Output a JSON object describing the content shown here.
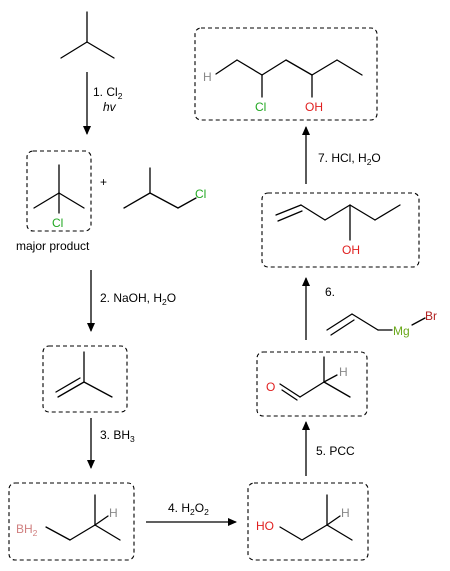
{
  "colors": {
    "chlorine": "#22a822",
    "oxygen": "#e02020",
    "hydrogen": "#888888",
    "boron": "#d08080",
    "magnesium": "#6aa81a",
    "bromine": "#b02020",
    "bond": "#000000"
  },
  "steps": {
    "s1": {
      "num": "1. Cl",
      "sub": "2",
      "cond": "hv"
    },
    "s2": {
      "text": "2. NaOH, H",
      "sub": "2",
      "tail": "O"
    },
    "s3": {
      "text": "3. BH",
      "sub": "3"
    },
    "s4": {
      "text": "4. H",
      "sub": "2",
      "mid": "O",
      "sub2": "2"
    },
    "s5": {
      "text": "5. PCC"
    },
    "s6": {
      "text": "6."
    },
    "s7": {
      "text": "7. HCl, H",
      "sub": "2",
      "tail": "O"
    }
  },
  "plus": "+",
  "major_label": "major  product",
  "atoms": {
    "cl_major": "Cl",
    "cl_minor": "Cl",
    "bh": "BH",
    "bh_sub": "2",
    "h_borane": "H",
    "ho": "HO",
    "h_alcohol": "H",
    "o_ald": "O",
    "h_ald": "H",
    "mg": "Mg",
    "br": "Br",
    "oh_hexenol": "OH",
    "h_final": "H",
    "cl_final": "Cl",
    "oh_final": "OH"
  }
}
